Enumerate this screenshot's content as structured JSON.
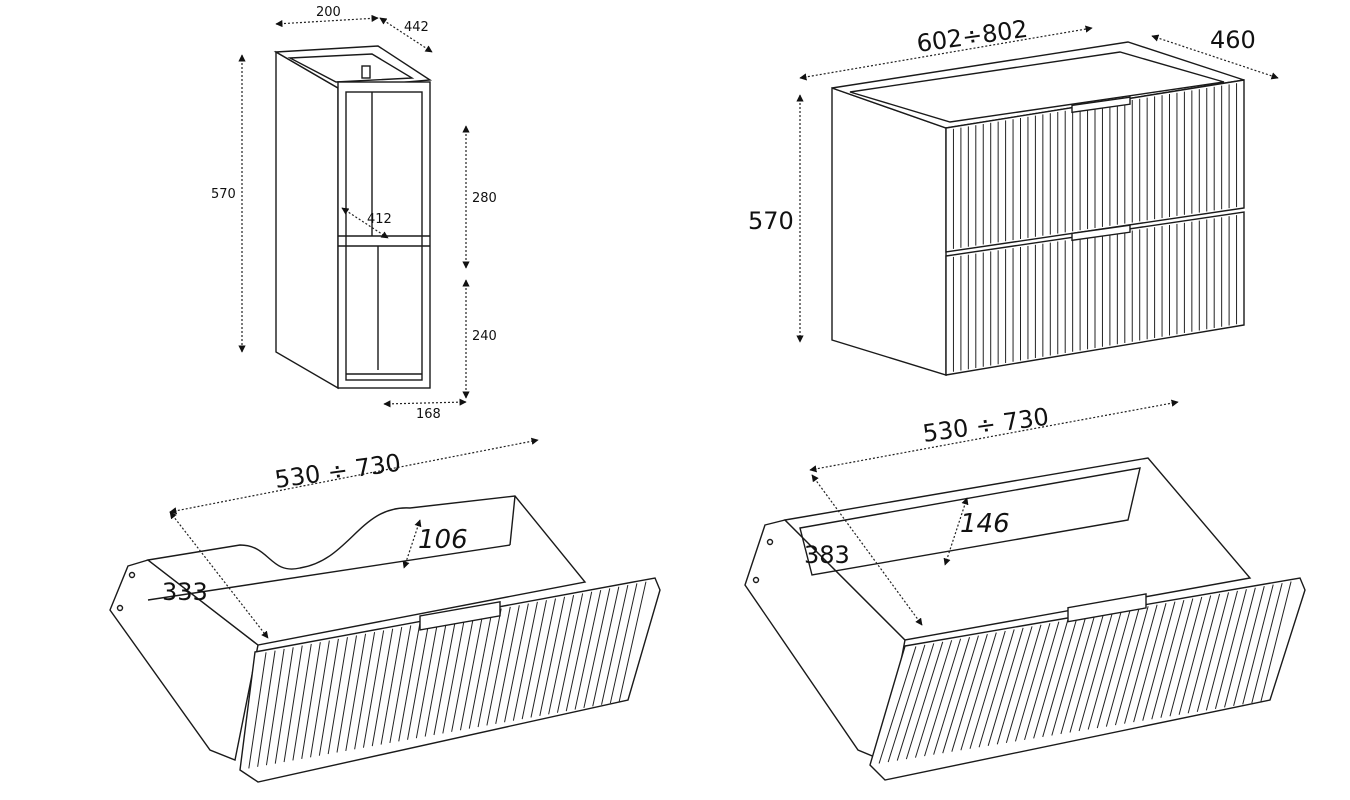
{
  "side_cabinet": {
    "width": "200",
    "depth": "442",
    "height": "570",
    "upper_opening": "280",
    "shelf_depth": "412",
    "lower_opening": "240",
    "bottom_depth": "168"
  },
  "vanity": {
    "width": "602÷802",
    "depth": "460",
    "height": "570"
  },
  "drawer_top": {
    "width": "530 ÷ 730",
    "depth": "333",
    "height": "106"
  },
  "drawer_bottom": {
    "width": "530 ÷ 730",
    "depth": "383",
    "height": "146"
  }
}
